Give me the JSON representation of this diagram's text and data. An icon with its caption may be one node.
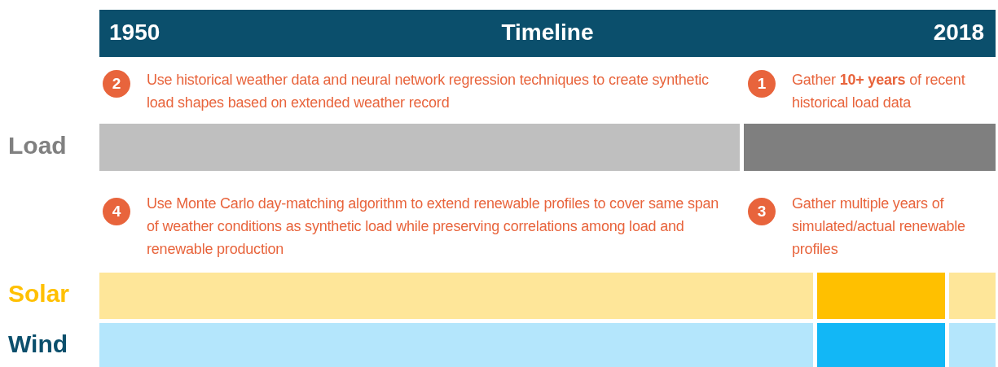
{
  "diagram": {
    "nodes": [
      {
        "text": [
          "1950",
          "Timeline",
          "2018"
        ]
      },
      {
        "text": [
          "2"
        ],
        "beside": [
          "Use historical weather data and neural network regression techniques to create synthetic load shapes based on extended weather record"
        ]
      },
      {
        "text": [
          "1"
        ],
        "beside": [
          "Gather **10+ years** of recent historical load data"
        ]
      },
      {
        "text": [],
        "shape": "bar"
      },
      {
        "text": [],
        "shape": "bar"
      },
      {
        "text": [
          "4"
        ],
        "beside": [
          "Use Monte Carlo day-matching algorithm to extend renewable profiles to cover same span of weather conditions as synthetic load while preserving correlations among load and renewable production"
        ]
      },
      {
        "text": [
          "3"
        ],
        "beside": [
          "Gather multiple years of simulated/actual renewable profiles"
        ]
      },
      {
        "text": [],
        "shape": "bar"
      },
      {
        "text": [],
        "shape": "bar"
      },
      {
        "text": [],
        "shape": "bar"
      },
      {
        "text": [],
        "shape": "bar"
      },
      {
        "text": [],
        "shape": "bar"
      },
      {
        "text": [],
        "shape": "bar"
      }
    ],
    "labels": [
      "Load",
      "Solar",
      "Wind"
    ]
  }
}
